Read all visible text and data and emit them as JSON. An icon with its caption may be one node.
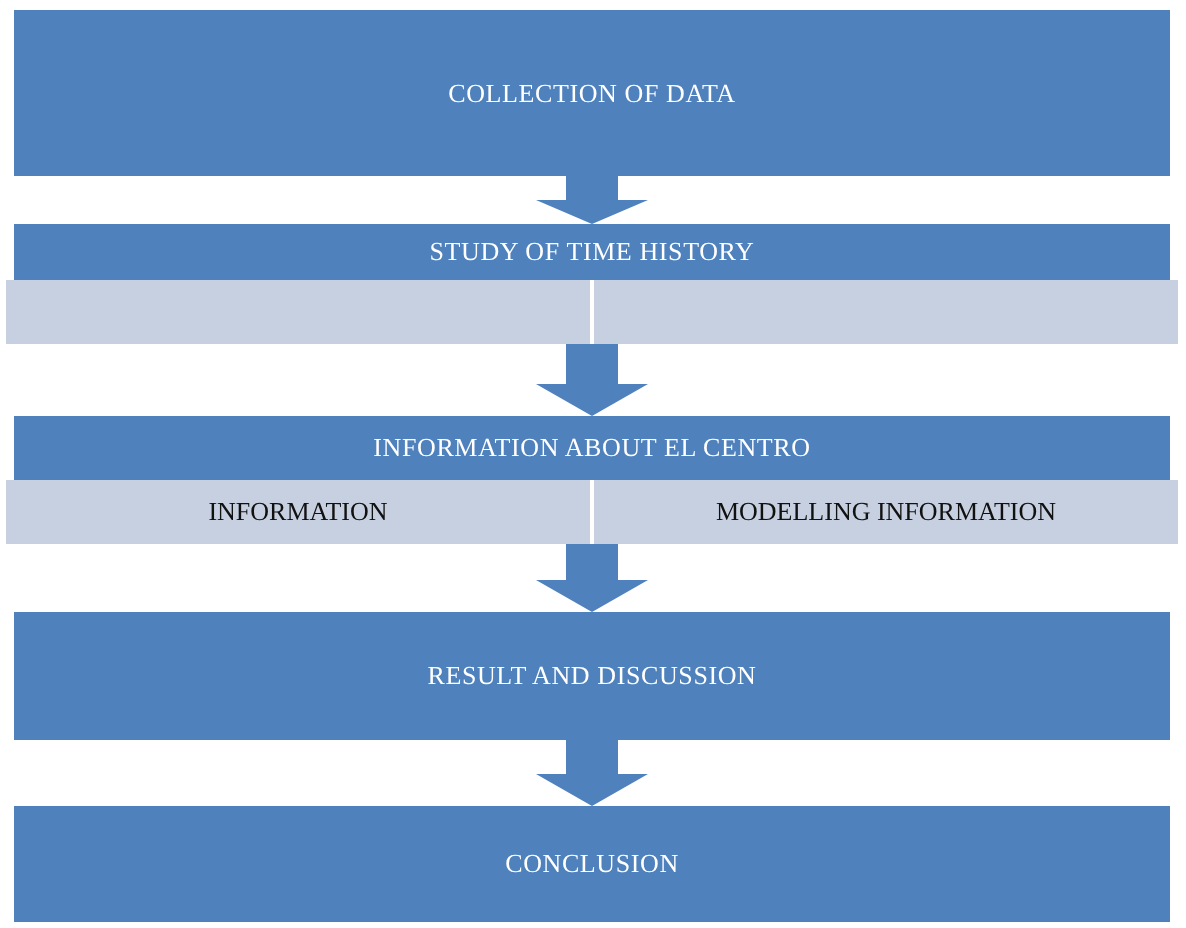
{
  "diagram": {
    "nodes": [
      {
        "text": [
          "COLLECTION OF DATA"
        ]
      },
      {
        "text": [
          "STUDY OF TIME HISTORY"
        ]
      },
      {
        "text": [],
        "shape": "box",
        "in": 1
      },
      {
        "text": [],
        "shape": "box",
        "in": 1
      },
      {
        "text": [
          "INFORMATION ABOUT EL CENTRO"
        ]
      },
      {
        "text": [
          "INFORMATION"
        ],
        "in": 4
      },
      {
        "text": [
          "MODELLING INFORMATION"
        ],
        "in": 4
      },
      {
        "text": [
          "RESULT AND DISCUSSION"
        ]
      },
      {
        "text": [
          "CONCLUSION"
        ]
      }
    ],
    "edges": [
      {
        "from": 0,
        "to": 1,
        "arrow": "to"
      },
      {
        "from": 1,
        "to": 4,
        "arrow": "to"
      },
      {
        "from": 4,
        "to": 7,
        "arrow": "to"
      },
      {
        "from": 7,
        "to": 8,
        "arrow": "to"
      }
    ]
  }
}
